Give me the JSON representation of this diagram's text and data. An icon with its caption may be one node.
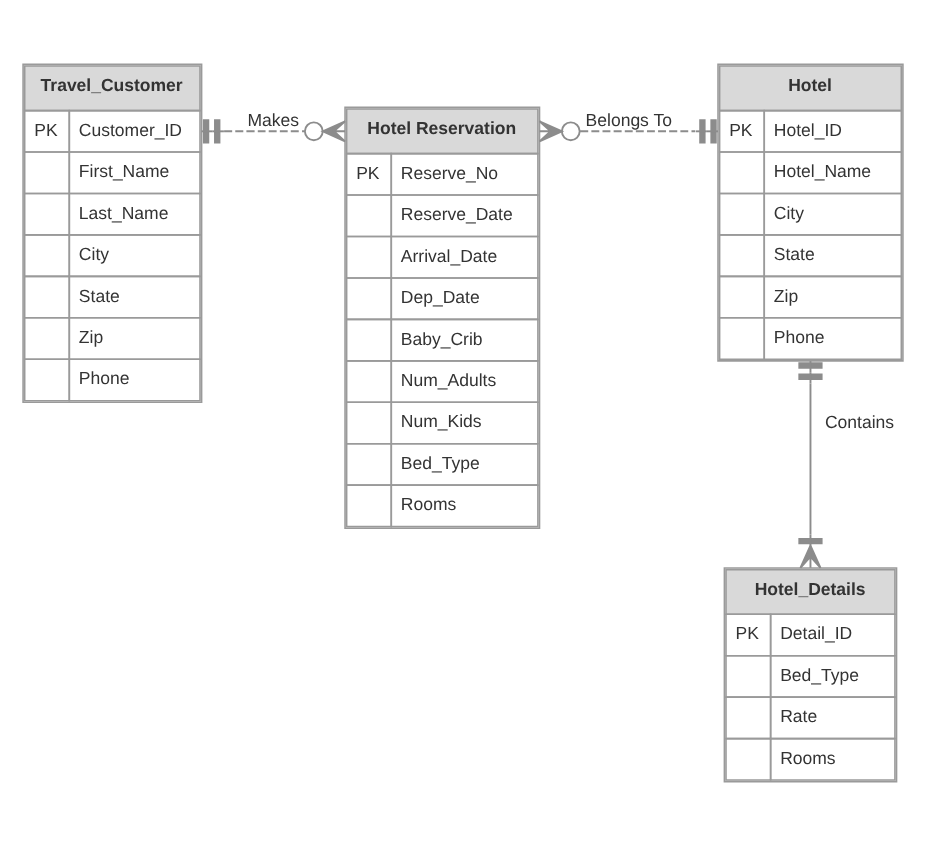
{
  "diagram": {
    "nodes": [
      {
        "text": [
          "Travel_Customer",
          "PK",
          "Customer_ID",
          "First_Name",
          "Last_Name",
          "City",
          "State",
          "Zip",
          "Phone"
        ]
      },
      {
        "text": [
          "Hotel Reservation",
          "PK",
          "Reserve_No",
          "Reserve_Date",
          "Arrival_Date",
          "Dep_Date",
          "Baby_Crib",
          "Num_Adults",
          "Num_Kids",
          "Bed_Type",
          "Rooms"
        ]
      },
      {
        "text": [
          "Hotel",
          "PK",
          "Hotel_ID",
          "Hotel_Name",
          "City",
          "State",
          "Zip",
          "Phone"
        ]
      },
      {
        "text": [
          "Hotel_Details",
          "PK",
          "Detail_ID",
          "Bed_Type",
          "Rate",
          "Rooms"
        ]
      }
    ],
    "edges": [
      {
        "from": 0,
        "to": 1,
        "arrow": "other",
        "label": "Makes",
        "style": "dashed"
      },
      {
        "from": 1,
        "to": 2,
        "arrow": "other",
        "label": "Belongs To",
        "style": "dashed"
      },
      {
        "from": 2,
        "to": 3,
        "arrow": "other",
        "label": "Contains"
      }
    ]
  }
}
